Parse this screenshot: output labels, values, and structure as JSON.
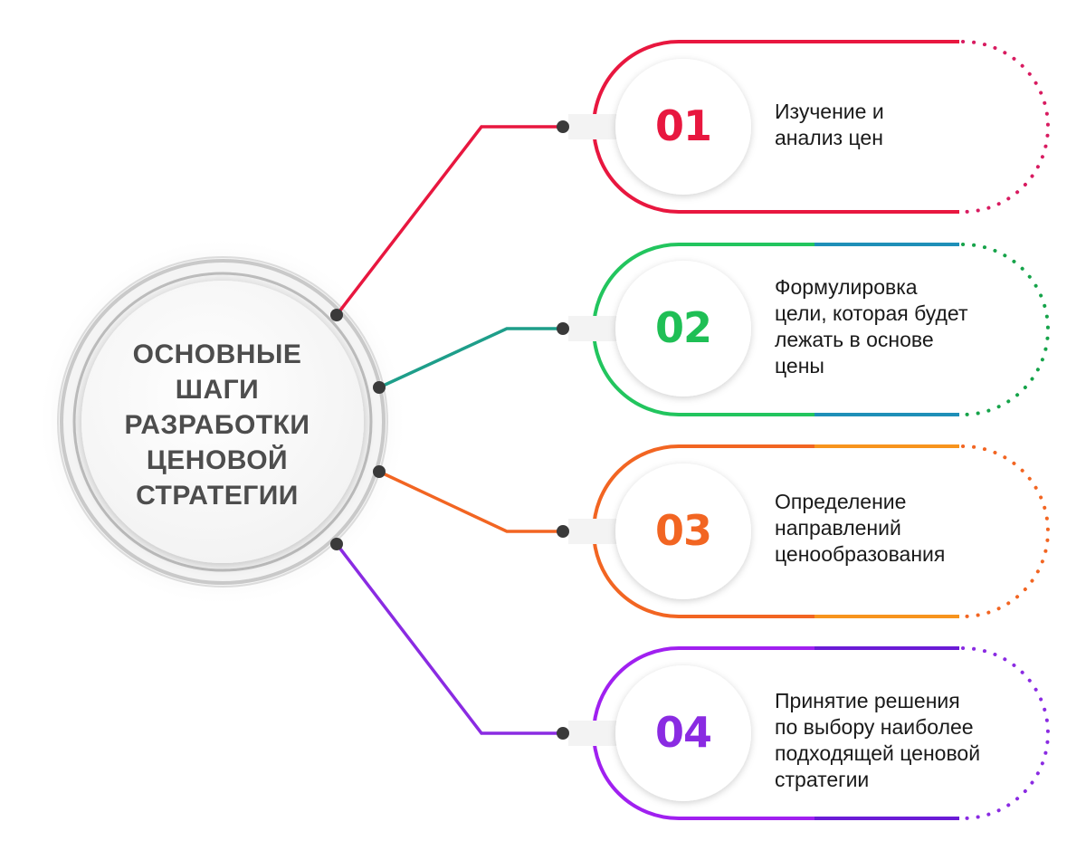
{
  "center": {
    "lines": [
      "ОСНОВНЫЕ",
      "ШАГИ",
      "РАЗРАБОТКИ",
      "ЦЕНОВОЙ",
      "СТРАТЕГИИ"
    ]
  },
  "steps": [
    {
      "number": "01",
      "lines": [
        "Изучение и",
        "анализ цен"
      ],
      "color_start": "#e8173f",
      "color_end": "#d81b60"
    },
    {
      "number": "02",
      "lines": [
        "Формулировка",
        "цели, которая будет",
        "лежать в основе",
        "цены"
      ],
      "color_start": "#22c55e",
      "color_end": "#1e8fb8"
    },
    {
      "number": "03",
      "lines": [
        "Определение",
        "направлений",
        "ценообразования"
      ],
      "color_start": "#f26522",
      "color_end": "#f7941d"
    },
    {
      "number": "04",
      "lines": [
        "Принятие решения",
        "по выбору наиболее",
        "подходящей ценовой",
        "стратегии"
      ],
      "color_start": "#a020f0",
      "color_end": "#6a1bd6"
    }
  ],
  "colors": {
    "center_text": "#4d4d4d",
    "dot": "#3a3a3a",
    "step_text": "#1a1a1a"
  }
}
